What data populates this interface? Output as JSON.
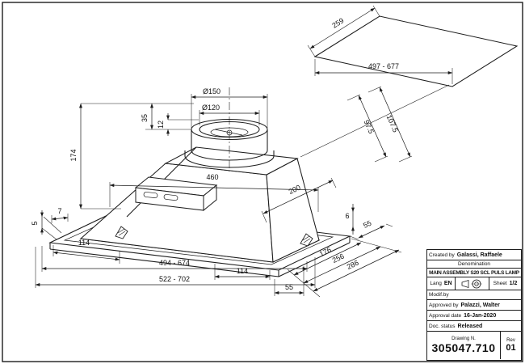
{
  "dims": {
    "panel_depth": "259",
    "panel_width": "497 - 677",
    "duct_outer_dia": "Ø150",
    "duct_inner_dia": "Ø120",
    "duct_h35": "35",
    "duct_h12": "12",
    "height_174": "174",
    "body_width_460": "460",
    "body_depth_200": "200",
    "h_97_5": "97.5",
    "h_107_5": "107.5",
    "flange_5": "5",
    "flange_7": "7",
    "offset_114_left": "114",
    "cutout_width": "494 - 674",
    "overall_width": "522 - 702",
    "offset_114_bottom": "114",
    "offset_55_bottom": "55",
    "depth_176": "176",
    "depth_256": "256",
    "depth_286": "286",
    "edge_6": "6",
    "offset_55_right": "55"
  },
  "title_block": {
    "created_by_label": "Created by",
    "created_by": "Galassi, Raffaele",
    "denomination_label": "Denomination",
    "denomination": "MAIN ASSEMBLY S20 SCL PULS LAMP",
    "lang_label": "Lang",
    "lang_value": "EN",
    "sheet_label": "Sheet",
    "sheet_value": "1/2",
    "modif_by_label": "Modif.by",
    "approved_by_label": "Approved by",
    "approved_by": "Palazzi, Walter",
    "approval_date_label": "Approval date",
    "approval_date": "16-Jan-2020",
    "doc_status_label": "Doc. status",
    "doc_status": "Released",
    "drawing_n_label": "Drawing N.",
    "drawing_number": "305047.710",
    "rev_label": "Rev",
    "rev_value": "01"
  }
}
